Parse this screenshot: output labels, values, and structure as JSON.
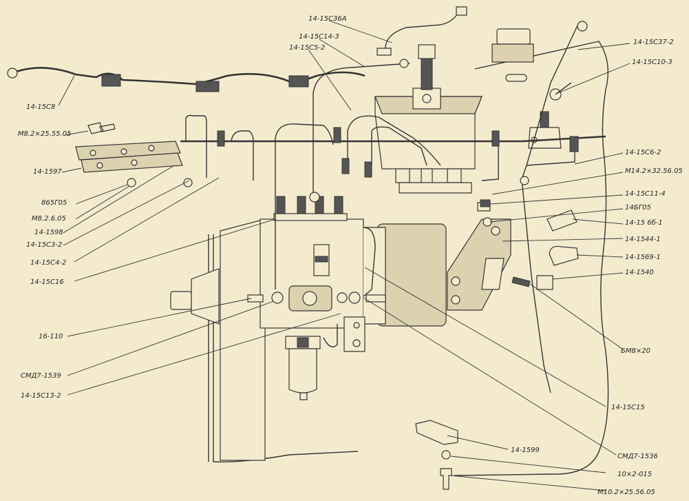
{
  "colors": {
    "background": "#f4ebcf",
    "ink": "#333333"
  },
  "labels": [
    "14-15С36А",
    "14-15С14-3",
    "14-15С5-2",
    "14-15С8",
    "М8.2×25.55.05",
    "14-1597",
    "865Г05",
    "М8.2.6.05",
    "14-1598",
    "14-15С3-2",
    "14-15С4-2",
    "14-15С16",
    "16-110",
    "СМД7-1539",
    "14-15С13-2",
    "14-15С37-2",
    "14-15С10-3",
    "14-15С6-2",
    "М14.2×32.56.05",
    "14-15С11-4",
    "14БГ05",
    "14-15 6б-1",
    "14-1544-1",
    "14-1569-1",
    "14-1540",
    "БМ8×20",
    "14-15С15",
    "14-1599",
    "СМД7-1536",
    "10×2-015",
    "М10.2×25.56.05"
  ]
}
